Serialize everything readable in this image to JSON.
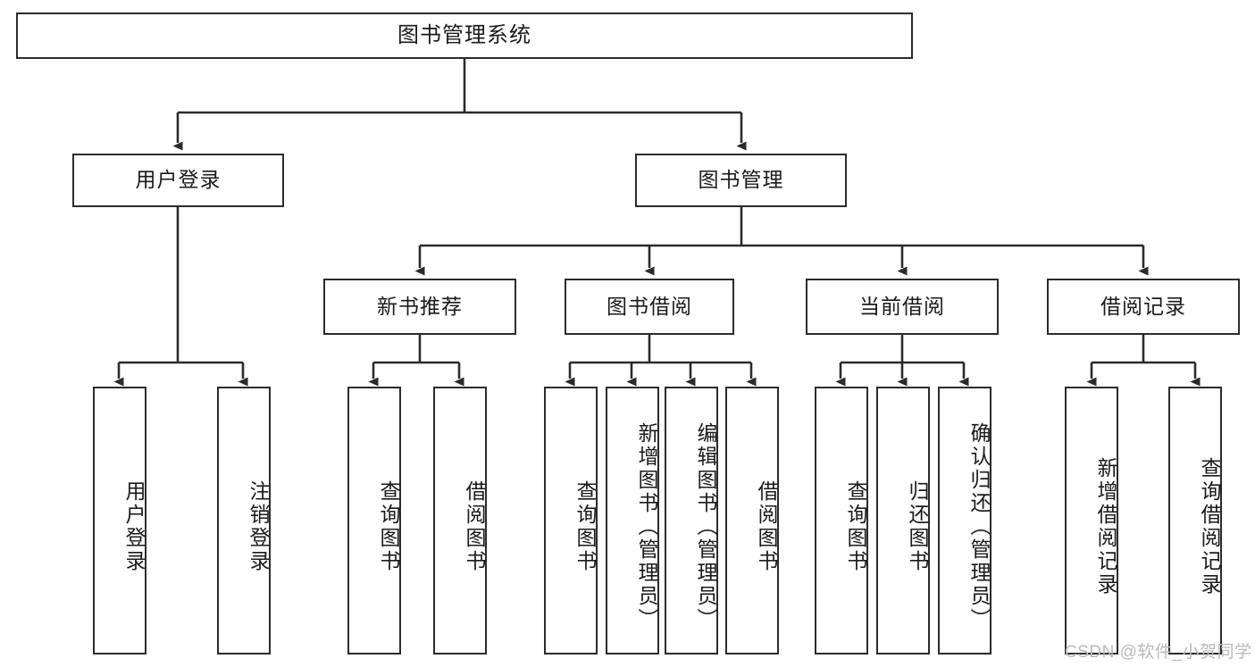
{
  "diagram": {
    "type": "hierarchy-tree",
    "title": "图书管理系统",
    "watermark": "CSDN @软件_小贺同学",
    "colors": {
      "node_border": "#2b2b2b",
      "node_fill": "#ffffff",
      "connector": "#2b2b2b",
      "text": "#1a1a1a",
      "watermark": "#b9b9b9",
      "background": "#ffffff"
    },
    "levels": {
      "root": {
        "label": "图书管理系统"
      },
      "level2": [
        {
          "id": "user-login",
          "label": "用户登录"
        },
        {
          "id": "book-management",
          "label": "图书管理"
        }
      ],
      "level3": [
        {
          "id": "new-book-recommend",
          "label": "新书推荐",
          "parent": "book-management"
        },
        {
          "id": "book-borrow",
          "label": "图书借阅",
          "parent": "book-management"
        },
        {
          "id": "current-borrow",
          "label": "当前借阅",
          "parent": "book-management"
        },
        {
          "id": "borrow-record",
          "label": "借阅记录",
          "parent": "book-management"
        }
      ],
      "leaves": {
        "user-login": [
          {
            "id": "leaf-user-login",
            "label": "用户登录"
          },
          {
            "id": "leaf-user-logout",
            "label": "注销登录"
          }
        ],
        "new-book-recommend": [
          {
            "id": "leaf-query-book-1",
            "label": "查询图书"
          },
          {
            "id": "leaf-borrow-book-1",
            "label": "借阅图书"
          }
        ],
        "book-borrow": [
          {
            "id": "leaf-query-book-2",
            "label": "查询图书"
          },
          {
            "id": "leaf-add-book",
            "label": "新增图书（管理员）"
          },
          {
            "id": "leaf-edit-book",
            "label": "编辑图书（管理员）"
          },
          {
            "id": "leaf-borrow-book-2",
            "label": "借阅图书"
          }
        ],
        "current-borrow": [
          {
            "id": "leaf-query-book-3",
            "label": "查询图书"
          },
          {
            "id": "leaf-return-book",
            "label": "归还图书"
          },
          {
            "id": "leaf-confirm-return",
            "label": "确认归还（管理员）"
          }
        ],
        "borrow-record": [
          {
            "id": "leaf-add-record",
            "label": "新增借阅记录"
          },
          {
            "id": "leaf-query-record",
            "label": "查询借阅记录"
          }
        ]
      }
    }
  }
}
